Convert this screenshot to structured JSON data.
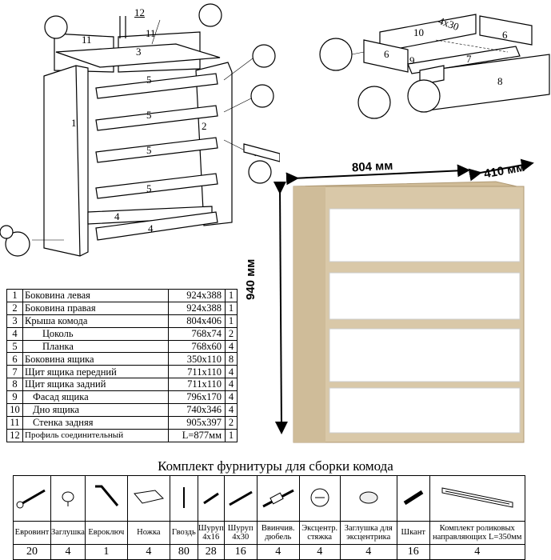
{
  "colors": {
    "wood": "#d9c8a8",
    "wood_dark": "#c4ae88",
    "panel": "#ffffff",
    "line": "#000000"
  },
  "diagram": {
    "labels": [
      "1",
      "2",
      "3",
      "4",
      "4",
      "5",
      "5",
      "5",
      "5",
      "11",
      "11",
      "12",
      "6",
      "6",
      "7",
      "8",
      "9",
      "10"
    ],
    "screw_label": "4x30"
  },
  "dimensions": {
    "width": "804 мм",
    "depth": "410 мм",
    "height": "940 мм"
  },
  "parts": [
    {
      "n": "1",
      "name": "Боковина левая",
      "size": "924x388",
      "qty": "1"
    },
    {
      "n": "2",
      "name": "Боковина правая",
      "size": "924x388",
      "qty": "1"
    },
    {
      "n": "3",
      "name": "Крыша комода",
      "size": "804x406",
      "qty": "1"
    },
    {
      "n": "4",
      "name": "Цоколь",
      "size": "768x74",
      "qty": "2"
    },
    {
      "n": "5",
      "name": "Планка",
      "size": "768x60",
      "qty": "4"
    },
    {
      "n": "6",
      "name": "Боковина ящика",
      "size": "350x110",
      "qty": "8"
    },
    {
      "n": "7",
      "name": "Щит ящика передний",
      "size": "711x110",
      "qty": "4"
    },
    {
      "n": "8",
      "name": "Щит ящика задний",
      "size": "711x110",
      "qty": "4"
    },
    {
      "n": "9",
      "name": "Фасад ящика",
      "size": "796x170",
      "qty": "4"
    },
    {
      "n": "10",
      "name": "Дно ящика",
      "size": "740x346",
      "qty": "4"
    },
    {
      "n": "11",
      "name": "Стенка задняя",
      "size": "905x397",
      "qty": "2"
    },
    {
      "n": "12",
      "name": "Профиль соединительный",
      "size": "L=877мм",
      "qty": "1"
    }
  ],
  "kit": {
    "title": "Комплект фурнитуры для сборки комода",
    "items": [
      {
        "label": "Евровинт",
        "qty": "20",
        "icon": "eurovint-icon"
      },
      {
        "label": "Заглушка",
        "qty": "4",
        "icon": "cap-icon"
      },
      {
        "label": "Евроключ",
        "qty": "1",
        "icon": "hex-key-icon"
      },
      {
        "label": "Ножка",
        "qty": "4",
        "icon": "foot-icon"
      },
      {
        "label": "Гвоздь",
        "qty": "80",
        "icon": "nail-icon"
      },
      {
        "label": "Шуруп 4x16",
        "qty": "28",
        "icon": "screw-short-icon"
      },
      {
        "label": "Шуруп 4x30",
        "qty": "16",
        "icon": "screw-long-icon"
      },
      {
        "label": "Ввинчив. дюбель",
        "qty": "4",
        "icon": "dowel-screw-icon"
      },
      {
        "label": "Эксцентр. стяжка",
        "qty": "4",
        "icon": "cam-lock-icon"
      },
      {
        "label": "Заглушка для эксцентрика",
        "qty": "4",
        "icon": "cam-cap-icon"
      },
      {
        "label": "Шкант",
        "qty": "16",
        "icon": "dowel-icon"
      },
      {
        "label": "Комплект роликовых направляющих L=350мм",
        "qty": "4",
        "icon": "drawer-slide-icon"
      }
    ]
  }
}
